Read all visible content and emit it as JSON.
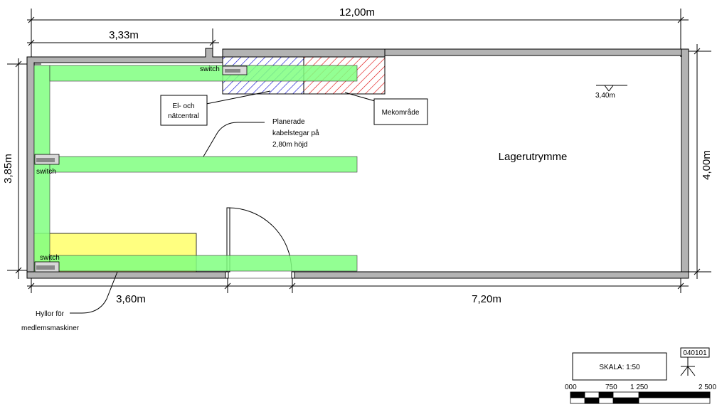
{
  "dimensions": {
    "total_width": "12,00m",
    "top_segment": "3,33m",
    "left_height": "3,85m",
    "right_height": "4,00m",
    "bottom_left": "3,60m",
    "bottom_right": "7,20m"
  },
  "room": {
    "name": "Lagerutrymme",
    "ceiling_height": "3,40m"
  },
  "labels": {
    "switch_top": "switch",
    "switch_mid": "switch",
    "switch_bottom": "switch",
    "el_line1": "El- och",
    "el_line2": "nätcentral",
    "mek": "Mekområde",
    "cable_line1": "Planerade",
    "cable_line2": "kabelstegar på",
    "cable_line3": "2,80m höjd",
    "shelf_line1": "Hyllor för",
    "shelf_line2": "medlemsmaskiner"
  },
  "title_block": {
    "scale": "SKALA:  1:50",
    "drawing_number": "040101",
    "scale_ticks": [
      "000",
      "750",
      "1 250",
      "2 500"
    ]
  },
  "colors": {
    "wall": "#b3b3b3",
    "cable_tray": "#80ff80",
    "shelf": "#ffff80",
    "el_hatch": "#0000cc",
    "mek_hatch": "#dd0000"
  }
}
